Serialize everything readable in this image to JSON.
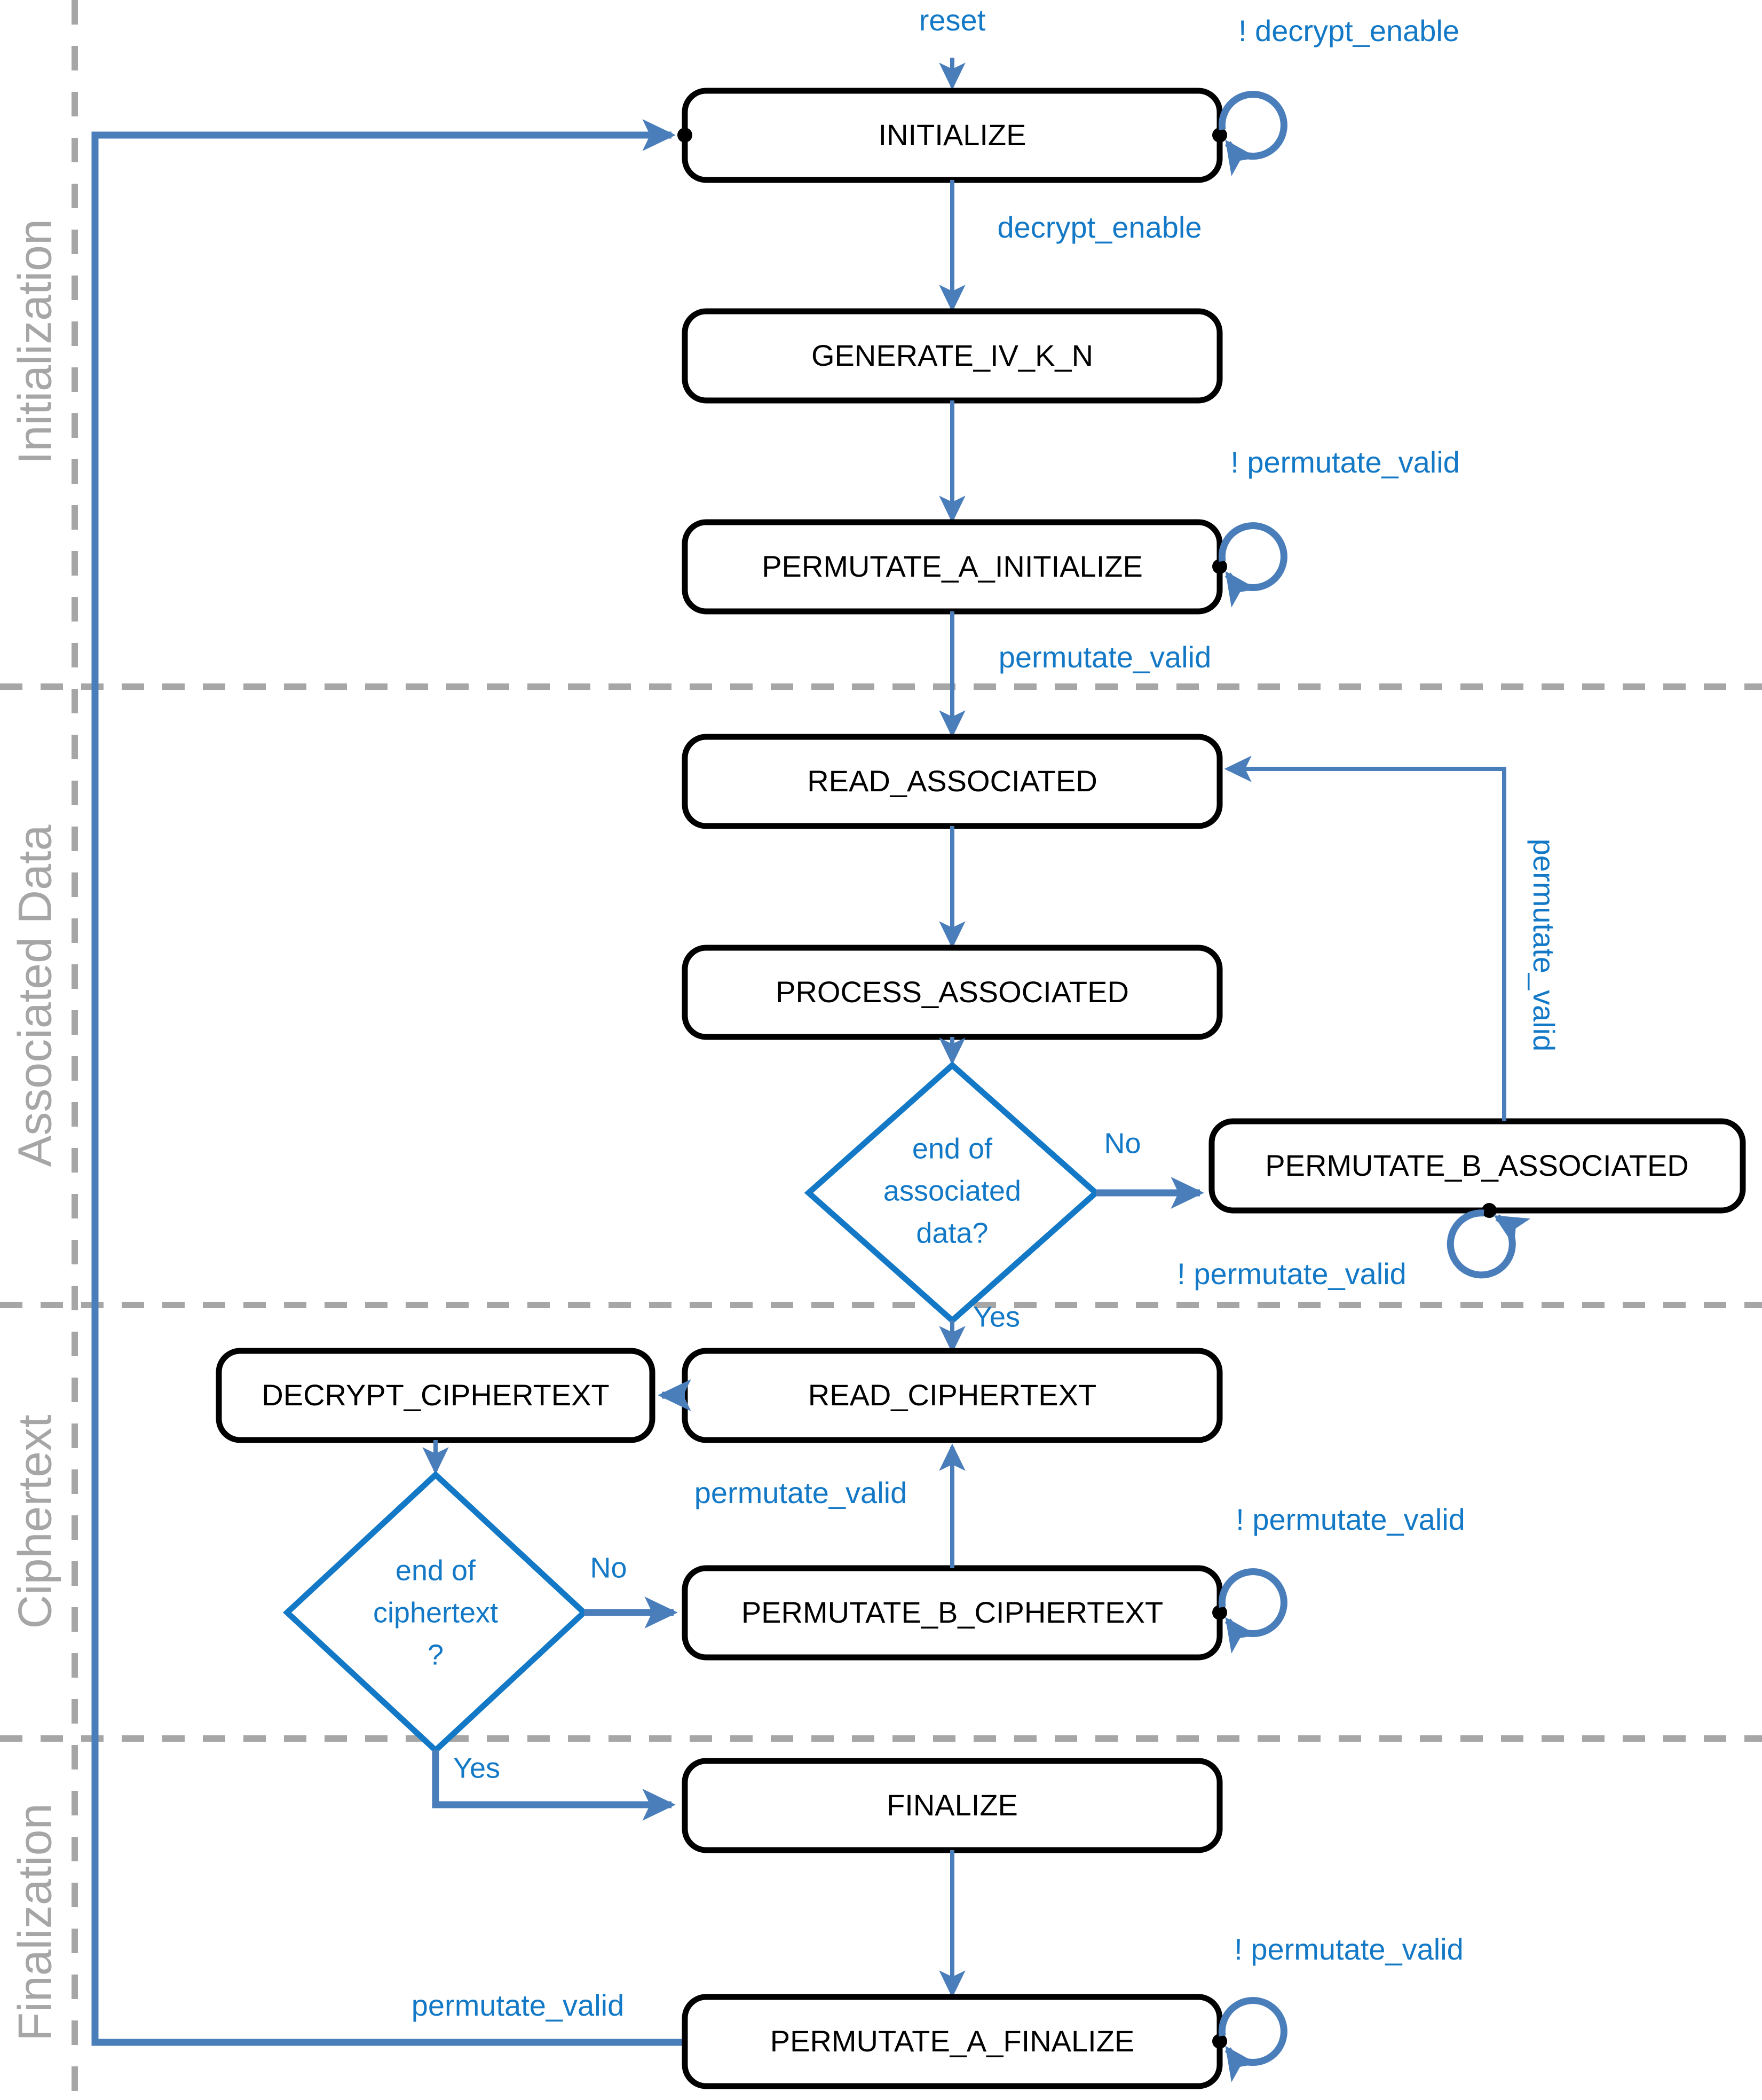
{
  "diagram": {
    "title": "Decryption FSM state diagram",
    "colors": {
      "state_border": "#000000",
      "edge": "#4A7EBB",
      "condition_text": "#1379C6",
      "decision_border": "#1379C6",
      "section_divider": "#A6A6A6",
      "section_label": "#A6A6A6",
      "background": "#FFFFFF"
    }
  },
  "sections": [
    {
      "id": "initialization",
      "label": "Initialization"
    },
    {
      "id": "associated_data",
      "label": "Associated Data"
    },
    {
      "id": "ciphertext",
      "label": "Ciphertext"
    },
    {
      "id": "finalization",
      "label": "Finalization"
    }
  ],
  "states": [
    {
      "id": "initialize",
      "label": "INITIALIZE",
      "section": "initialization"
    },
    {
      "id": "generate_iv_k_n",
      "label": "GENERATE_IV_K_N",
      "section": "initialization"
    },
    {
      "id": "permutate_a_initialize",
      "label": "PERMUTATE_A_INITIALIZE",
      "section": "initialization"
    },
    {
      "id": "read_associated",
      "label": "READ_ASSOCIATED",
      "section": "associated_data"
    },
    {
      "id": "process_associated",
      "label": "PROCESS_ASSOCIATED",
      "section": "associated_data"
    },
    {
      "id": "permutate_b_associated",
      "label": "PERMUTATE_B_ASSOCIATED",
      "section": "associated_data"
    },
    {
      "id": "decrypt_ciphertext",
      "label": "DECRYPT_CIPHERTEXT",
      "section": "ciphertext"
    },
    {
      "id": "read_ciphertext",
      "label": "READ_CIPHERTEXT",
      "section": "ciphertext"
    },
    {
      "id": "permutate_b_ciphertext",
      "label": "PERMUTATE_B_CIPHERTEXT",
      "section": "ciphertext"
    },
    {
      "id": "finalize",
      "label": "FINALIZE",
      "section": "finalization"
    },
    {
      "id": "permutate_a_finalize",
      "label": "PERMUTATE_A_FINALIZE",
      "section": "finalization"
    }
  ],
  "decisions": [
    {
      "id": "end_of_associated_data",
      "lines": [
        "end of",
        "associated",
        "data?"
      ],
      "section": "associated_data"
    },
    {
      "id": "end_of_ciphertext",
      "lines": [
        "end of",
        "ciphertext",
        "?"
      ],
      "section": "ciphertext"
    }
  ],
  "transition_labels": {
    "reset": "reset",
    "decrypt_enable": "decrypt_enable",
    "not_decrypt_enable": "! decrypt_enable",
    "not_permutate_valid_init": "! permutate_valid",
    "permutate_valid_init": "permutate_valid",
    "permutate_valid_assoc": "permutate_valid",
    "not_permutate_valid_assoc": "! permutate_valid",
    "assoc_no": "No",
    "assoc_yes": "Yes",
    "cipher_no": "No",
    "cipher_yes": "Yes",
    "permutate_valid_cipher": "permutate_valid",
    "not_permutate_valid_cipher": "! permutate_valid",
    "permutate_valid_final": "permutate_valid",
    "not_permutate_valid_final": "! permutate_valid"
  }
}
